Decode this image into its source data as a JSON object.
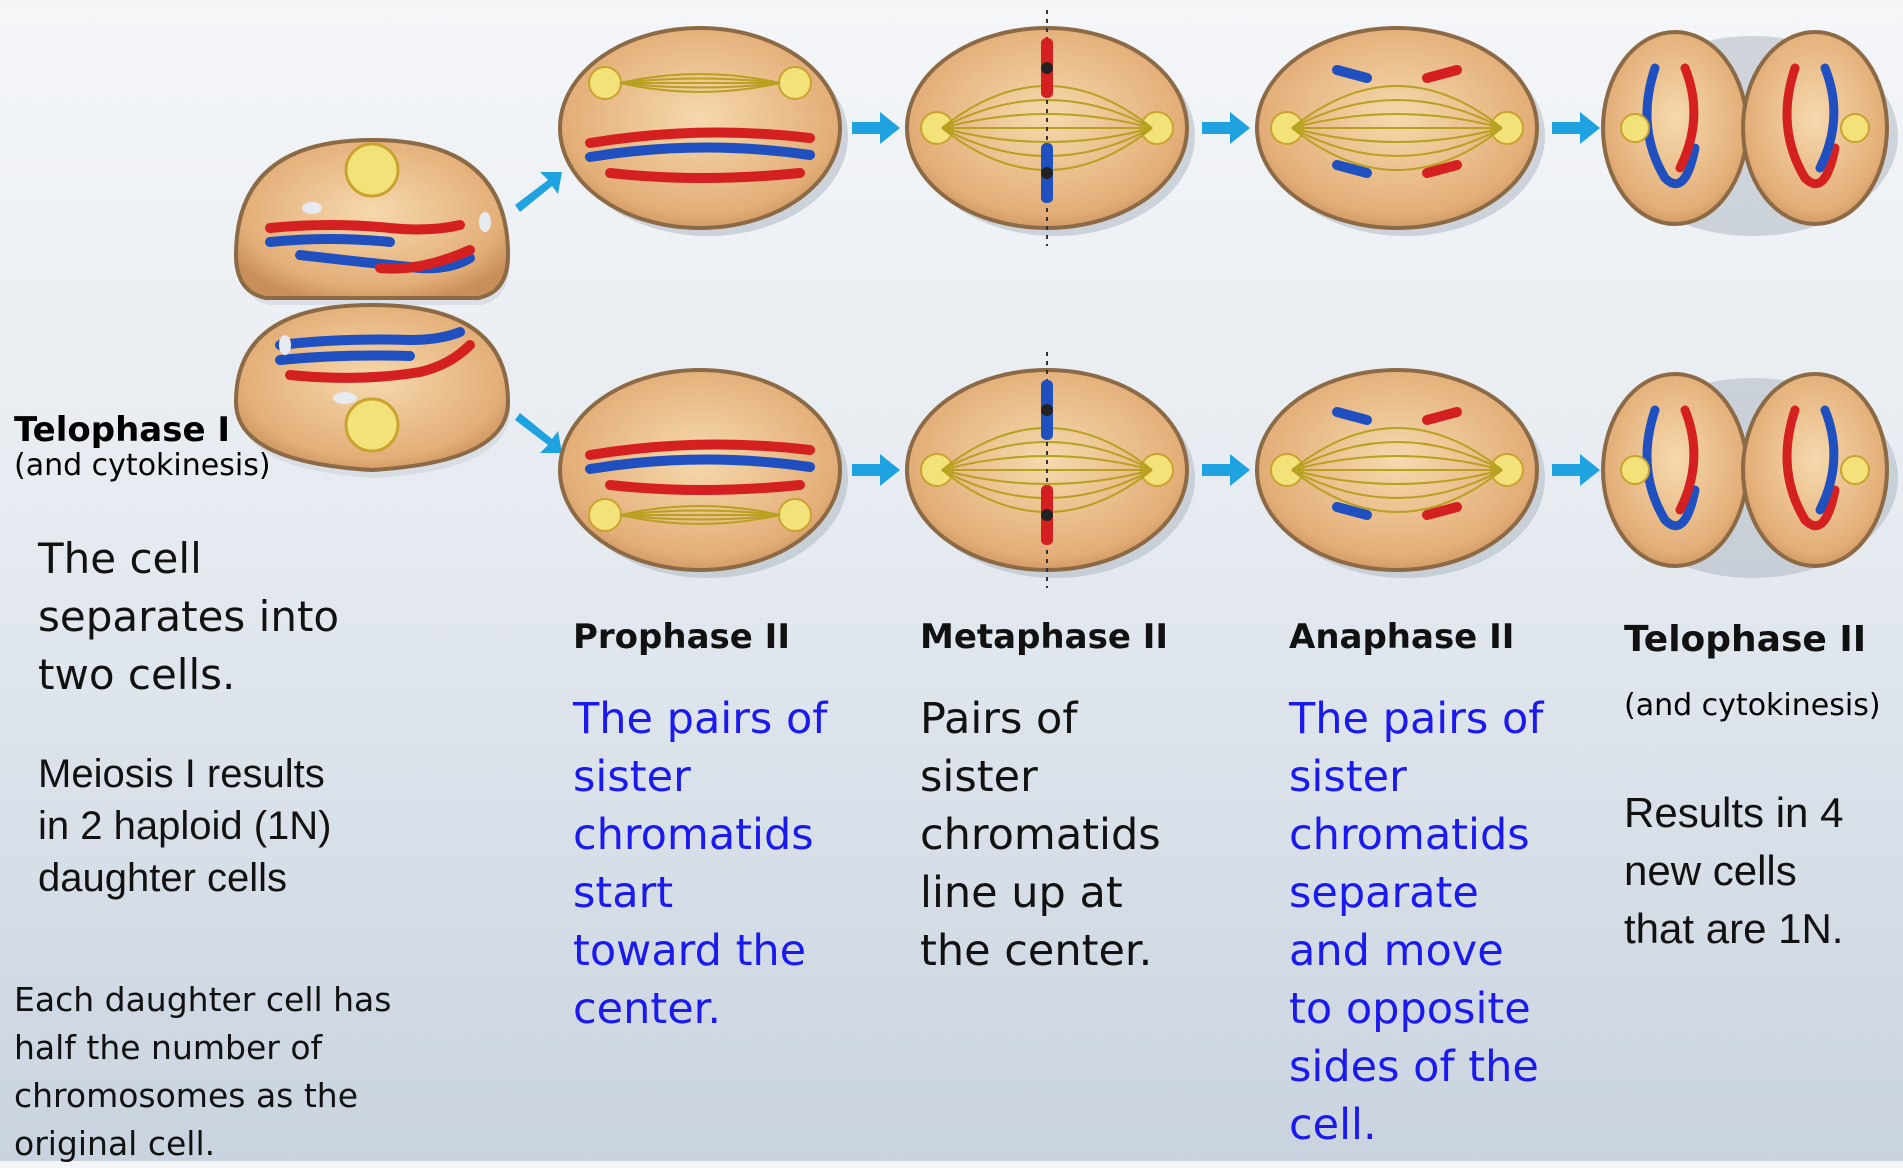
{
  "telophase1": {
    "title": "Telophase I",
    "subtitle": "(and cytokinesis)",
    "desc1": "The cell\nseparates into\ntwo cells.",
    "desc2": "Meiosis I results\nin 2 haploid (1N)\ndaughter cells",
    "desc3": "Each daughter cell has\nhalf the number of\nchromosomes as the\noriginal cell."
  },
  "phases": [
    {
      "title": "Prophase II",
      "desc": "The pairs of\nsister\nchromatids\nstart\ntoward the\ncenter."
    },
    {
      "title": "Metaphase II",
      "desc": "Pairs of\nsister\nchromatids\nline up at\nthe center."
    },
    {
      "title": "Anaphase II",
      "desc": "The pairs of\nsister\nchromatids\nseparate\nand  move\nto opposite\nsides of the\ncell."
    },
    {
      "title": "Telophase II",
      "subtitle": "(and cytokinesis)",
      "desc": "Results in 4\nnew cells\nthat are 1N."
    }
  ],
  "colors": {
    "cell_fill": "#e8b784",
    "cell_rim": "#9c7a52",
    "chromosome_red": "#d42020",
    "chromosome_blue": "#2050c0",
    "spindle": "#b8a020",
    "arrow": "#1fa3e0",
    "description_blue": "#1a1aee"
  }
}
